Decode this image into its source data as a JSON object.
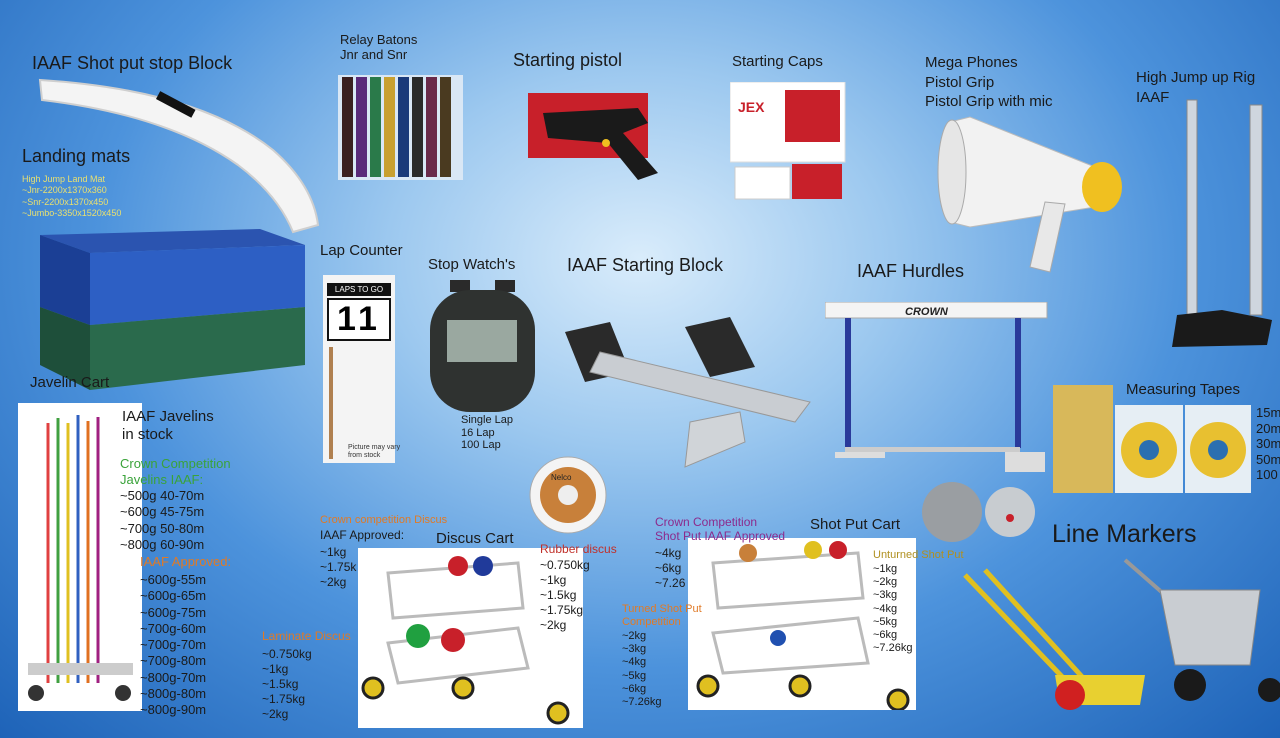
{
  "headings": {
    "shot_block": "IAAF Shot put stop Block",
    "landing": "Landing mats",
    "relay": "Relay Batons\nJnr and Snr",
    "pistol": "Starting pistol",
    "caps": "Starting Caps",
    "mega": "Mega Phones\nPistol Grip\nPistol Grip with mic",
    "highjump": "High Jump up Rig\nIAAF",
    "lap": "Lap Counter",
    "stopwatch": "Stop Watch's",
    "startblock": "IAAF Starting Block",
    "hurdles": "IAAF Hurdles",
    "javcart": "Javelin Cart",
    "tapes": "Measuring Tapes",
    "iaafjav": "IAAF Javelins\nin stock",
    "discuscart": "Discus Cart",
    "shotcart": "Shot Put Cart",
    "linemarkers": "Line Markers"
  },
  "landing_spec": "High Jump Land Mat\n~Jnr-2200x1370x360\n~Snr-2200x1370x450\n~Jumbo-3350x1520x450",
  "stopwatch_spec": "Single Lap\n16 Lap\n100 Lap",
  "lap_note": "Picture may vary\nfrom stock",
  "lap_card_label": "LAPS TO GO",
  "lap_card_digits": "11",
  "tape_lengths": "15m\n20m\n30m\n50m\n100",
  "javelin": {
    "crown_title": "Crown Competition\nJavelins IAAF:",
    "crown_list": "~500g 40-70m\n~600g 45-75m\n~700g 50-80m\n~800g 60-90m",
    "approved_title": "IAAF Approved:",
    "approved_list": "~600g-55m\n~600g-65m\n~600g-75m\n~700g-60m\n~700g-70m\n~700g-80m\n~800g-70m\n~800g-80m\n~800g-90m"
  },
  "discus": {
    "crown_title": "Crown competition Discus",
    "iaaf_title": "IAAF Approved:",
    "iaaf_list": "~1kg\n~1.75k\n~2kg",
    "laminate_title": "Laminate Discus",
    "laminate_list": "~0.750kg\n~1kg\n~1.5kg\n~1.75kg\n~2kg",
    "rubber_title": "Rubber discus",
    "rubber_list": "~0.750kg\n~1kg\n~1.5kg\n~1.75kg\n~2kg"
  },
  "shot": {
    "crown_title": "Crown Competition\nShot Put IAAF Approved",
    "crown_list": "~4kg\n~6kg\n~7.26",
    "turned_title": "Turned Shot Put\nCompetition",
    "turned_list": "~2kg\n~3kg\n~4kg\n~5kg\n~6kg\n~7.26kg",
    "unturned_title": "Unturned Shot Put",
    "unturned_list": "~1kg\n~2kg\n~3kg\n~4kg\n~5kg\n~6kg\n~7.26kg"
  },
  "brand": {
    "crown": "CROWN",
    "jex": "JEX",
    "nelco": "Nelco"
  }
}
